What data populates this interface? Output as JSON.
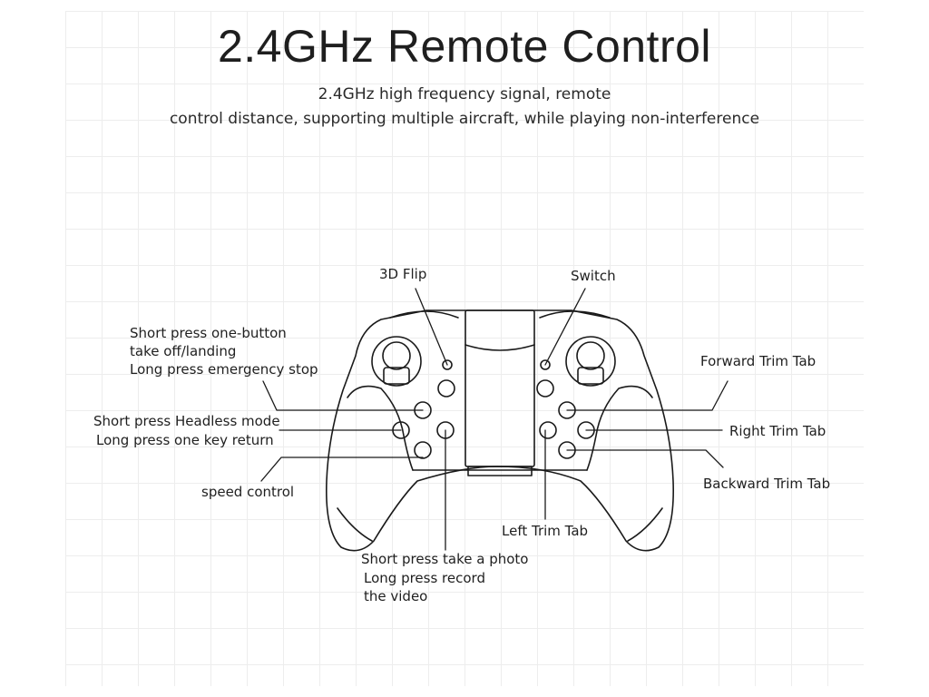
{
  "header": {
    "title": "2.4GHz Remote Control",
    "subtitle_line1": "2.4GHz high frequency signal, remote",
    "subtitle_line2": "control distance, supporting multiple aircraft, while playing non-interference"
  },
  "labels": {
    "flip": "3D Flip",
    "switch": "Switch",
    "takeoff_1": "Short press one-button",
    "takeoff_2": "take off/landing",
    "takeoff_3": "Long press emergency stop",
    "forward_trim": "Forward Trim Tab",
    "headless_1": "Short press Headless mode",
    "headless_2": "Long press one key return",
    "right_trim": "Right Trim Tab",
    "speed": "speed control",
    "backward_trim": "Backward Trim Tab",
    "left_trim": "Left Trim Tab",
    "photo_1": "Short press take a photo",
    "photo_2": "Long press record",
    "photo_3": "the video"
  },
  "colors": {
    "line": "#1a1a1a",
    "grid": "#ededed",
    "background": "#ffffff"
  }
}
